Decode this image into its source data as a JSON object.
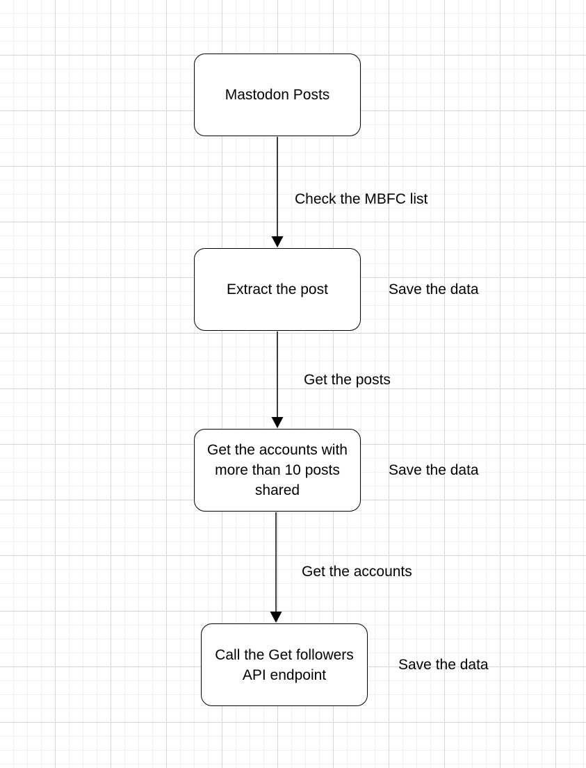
{
  "diagram": {
    "nodes": [
      {
        "id": "posts",
        "label": "Mastodon Posts"
      },
      {
        "id": "extract",
        "label": "Extract the post"
      },
      {
        "id": "accounts",
        "label": "Get the accounts with more than 10 posts shared"
      },
      {
        "id": "followers",
        "label": "Call the Get followers API endpoint"
      }
    ],
    "edges": [
      {
        "from": "posts",
        "to": "extract",
        "label": "Check the MBFC list"
      },
      {
        "from": "extract",
        "to": "accounts",
        "label": "Get the posts"
      },
      {
        "from": "accounts",
        "to": "followers",
        "label": "Get the accounts"
      }
    ],
    "side_notes": [
      {
        "attached_to": "extract",
        "text": "Save the data"
      },
      {
        "attached_to": "accounts",
        "text": "Save the data"
      },
      {
        "attached_to": "followers",
        "text": "Save the data"
      }
    ]
  }
}
